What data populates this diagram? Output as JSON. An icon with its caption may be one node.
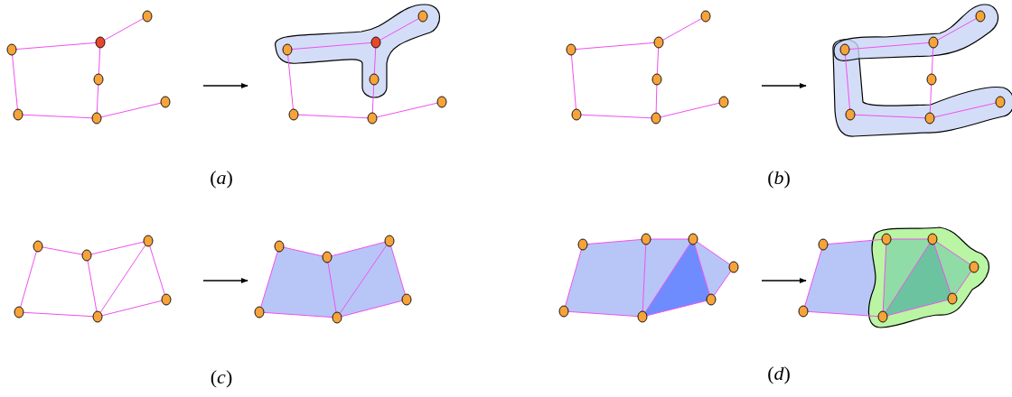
{
  "diagram": {
    "nodes": [
      {
        "text": [],
        "shape": "circle"
      },
      {
        "text": [],
        "shape": "circle"
      },
      {
        "text": [],
        "shape": "circle"
      },
      {
        "text": [],
        "shape": "circle"
      },
      {
        "text": [],
        "shape": "circle"
      },
      {
        "text": [],
        "shape": "circle"
      },
      {
        "text": [],
        "shape": "circle"
      },
      {
        "text": [],
        "shape": "circle"
      },
      {
        "text": [],
        "shape": "circle"
      },
      {
        "text": [],
        "shape": "circle"
      },
      {
        "text": [],
        "shape": "circle"
      },
      {
        "text": [],
        "shape": "circle"
      },
      {
        "text": [],
        "shape": "circle"
      },
      {
        "text": [],
        "shape": "circle"
      },
      {
        "text": [],
        "shape": "circle"
      },
      {
        "text": [],
        "shape": "circle"
      },
      {
        "text": [],
        "shape": "circle"
      },
      {
        "text": [],
        "shape": "circle"
      },
      {
        "text": [],
        "shape": "circle"
      },
      {
        "text": [],
        "shape": "circle"
      },
      {
        "text": [],
        "shape": "circle"
      },
      {
        "text": [],
        "shape": "circle"
      },
      {
        "text": [],
        "shape": "circle"
      },
      {
        "text": [],
        "shape": "circle"
      },
      {
        "text": [],
        "shape": "circle"
      },
      {
        "text": [],
        "shape": "circle"
      },
      {
        "text": [],
        "shape": "circle"
      },
      {
        "text": [],
        "shape": "circle"
      },
      {
        "text": [],
        "shape": "circle"
      },
      {
        "text": [],
        "shape": "circle"
      },
      {
        "text": [],
        "shape": "circle"
      },
      {
        "text": [],
        "shape": "circle"
      },
      {
        "text": [],
        "shape": "circle"
      },
      {
        "text": [],
        "shape": "circle"
      },
      {
        "text": [],
        "shape": "circle"
      },
      {
        "text": [],
        "shape": "circle"
      },
      {
        "text": [],
        "shape": "circle"
      },
      {
        "text": [],
        "shape": "circle"
      },
      {
        "text": [],
        "shape": "circle"
      },
      {
        "text": [],
        "shape": "circle"
      },
      {
        "text": [],
        "shape": "circle"
      },
      {
        "text": [],
        "shape": "circle"
      },
      {
        "text": [],
        "shape": "circle"
      },
      {
        "text": [],
        "shape": "circle"
      },
      {
        "text": [],
        "shape": "circle"
      },
      {
        "text": [],
        "shape": "circle"
      },
      {
        "text": [],
        "shape": "circle"
      },
      {
        "text": [],
        "shape": "circle"
      },
      {
        "text": [],
        "shape": "circle"
      },
      {
        "text": [],
        "shape": "circle"
      },
      {
        "text": [],
        "shape": "circle"
      },
      {
        "text": [],
        "shape": "circle"
      },
      {
        "text": [],
        "shape": "circle"
      },
      {
        "text": [],
        "shape": "circle"
      }
    ],
    "edges": [
      {
        "from": 0,
        "to": 1,
        "arrow": "none"
      },
      {
        "from": 1,
        "to": 2,
        "arrow": "none"
      },
      {
        "from": 1,
        "to": 3,
        "arrow": "none"
      },
      {
        "from": 3,
        "to": 5,
        "arrow": "none"
      },
      {
        "from": 0,
        "to": 4,
        "arrow": "none"
      },
      {
        "from": 4,
        "to": 5,
        "arrow": "none"
      },
      {
        "from": 5,
        "to": 6,
        "arrow": "none"
      },
      {
        "from": 7,
        "to": 8,
        "arrow": "none"
      },
      {
        "from": 8,
        "to": 9,
        "arrow": "none"
      },
      {
        "from": 8,
        "to": 10,
        "arrow": "none"
      },
      {
        "from": 10,
        "to": 12,
        "arrow": "none"
      },
      {
        "from": 7,
        "to": 11,
        "arrow": "none"
      },
      {
        "from": 11,
        "to": 12,
        "arrow": "none"
      },
      {
        "from": 12,
        "to": 13,
        "arrow": "none"
      },
      {
        "from": 14,
        "to": 15,
        "arrow": "none"
      },
      {
        "from": 15,
        "to": 16,
        "arrow": "none"
      },
      {
        "from": 15,
        "to": 17,
        "arrow": "none"
      },
      {
        "from": 17,
        "to": 19,
        "arrow": "none"
      },
      {
        "from": 14,
        "to": 18,
        "arrow": "none"
      },
      {
        "from": 18,
        "to": 19,
        "arrow": "none"
      },
      {
        "from": 19,
        "to": 20,
        "arrow": "none"
      },
      {
        "from": 21,
        "to": 22,
        "arrow": "none"
      },
      {
        "from": 22,
        "to": 23,
        "arrow": "none"
      },
      {
        "from": 22,
        "to": 24,
        "arrow": "none"
      },
      {
        "from": 24,
        "to": 26,
        "arrow": "none"
      },
      {
        "from": 21,
        "to": 25,
        "arrow": "none"
      },
      {
        "from": 25,
        "to": 26,
        "arrow": "none"
      },
      {
        "from": 26,
        "to": 27,
        "arrow": "none"
      },
      {
        "from": 28,
        "to": 29,
        "arrow": "none"
      },
      {
        "from": 29,
        "to": 30,
        "arrow": "none"
      },
      {
        "from": 28,
        "to": 32,
        "arrow": "none"
      },
      {
        "from": 32,
        "to": 33,
        "arrow": "none"
      },
      {
        "from": 29,
        "to": 33,
        "arrow": "none"
      },
      {
        "from": 30,
        "to": 33,
        "arrow": "none"
      },
      {
        "from": 30,
        "to": 31,
        "arrow": "none"
      },
      {
        "from": 31,
        "to": 33,
        "arrow": "none"
      },
      {
        "from": 34,
        "to": 35,
        "arrow": "none"
      },
      {
        "from": 35,
        "to": 36,
        "arrow": "none"
      },
      {
        "from": 34,
        "to": 38,
        "arrow": "none"
      },
      {
        "from": 38,
        "to": 39,
        "arrow": "none"
      },
      {
        "from": 35,
        "to": 39,
        "arrow": "none"
      },
      {
        "from": 36,
        "to": 39,
        "arrow": "none"
      },
      {
        "from": 36,
        "to": 37,
        "arrow": "none"
      },
      {
        "from": 37,
        "to": 39,
        "arrow": "none"
      },
      {
        "from": 40,
        "to": 41,
        "arrow": "none"
      },
      {
        "from": 41,
        "to": 42,
        "arrow": "none"
      },
      {
        "from": 42,
        "to": 43,
        "arrow": "none"
      },
      {
        "from": 43,
        "to": 44,
        "arrow": "none"
      },
      {
        "from": 44,
        "to": 45,
        "arrow": "none"
      },
      {
        "from": 45,
        "to": 46,
        "arrow": "none"
      },
      {
        "from": 46,
        "to": 40,
        "arrow": "none"
      },
      {
        "from": 41,
        "to": 45,
        "arrow": "none"
      },
      {
        "from": 42,
        "to": 45,
        "arrow": "none"
      },
      {
        "from": 42,
        "to": 44,
        "arrow": "none"
      },
      {
        "from": 47,
        "to": 48,
        "arrow": "none"
      },
      {
        "from": 48,
        "to": 49,
        "arrow": "none"
      },
      {
        "from": 49,
        "to": 50,
        "arrow": "none"
      },
      {
        "from": 50,
        "to": 51,
        "arrow": "none"
      },
      {
        "from": 51,
        "to": 52,
        "arrow": "none"
      },
      {
        "from": 52,
        "to": 53,
        "arrow": "none"
      },
      {
        "from": 53,
        "to": 47,
        "arrow": "none"
      },
      {
        "from": 48,
        "to": 52,
        "arrow": "none"
      },
      {
        "from": 49,
        "to": 52,
        "arrow": "none"
      },
      {
        "from": 49,
        "to": 51,
        "arrow": "none"
      }
    ],
    "labels": [
      "(*a*)",
      "(*b*)",
      "(*c*)",
      "(*d*)"
    ]
  }
}
